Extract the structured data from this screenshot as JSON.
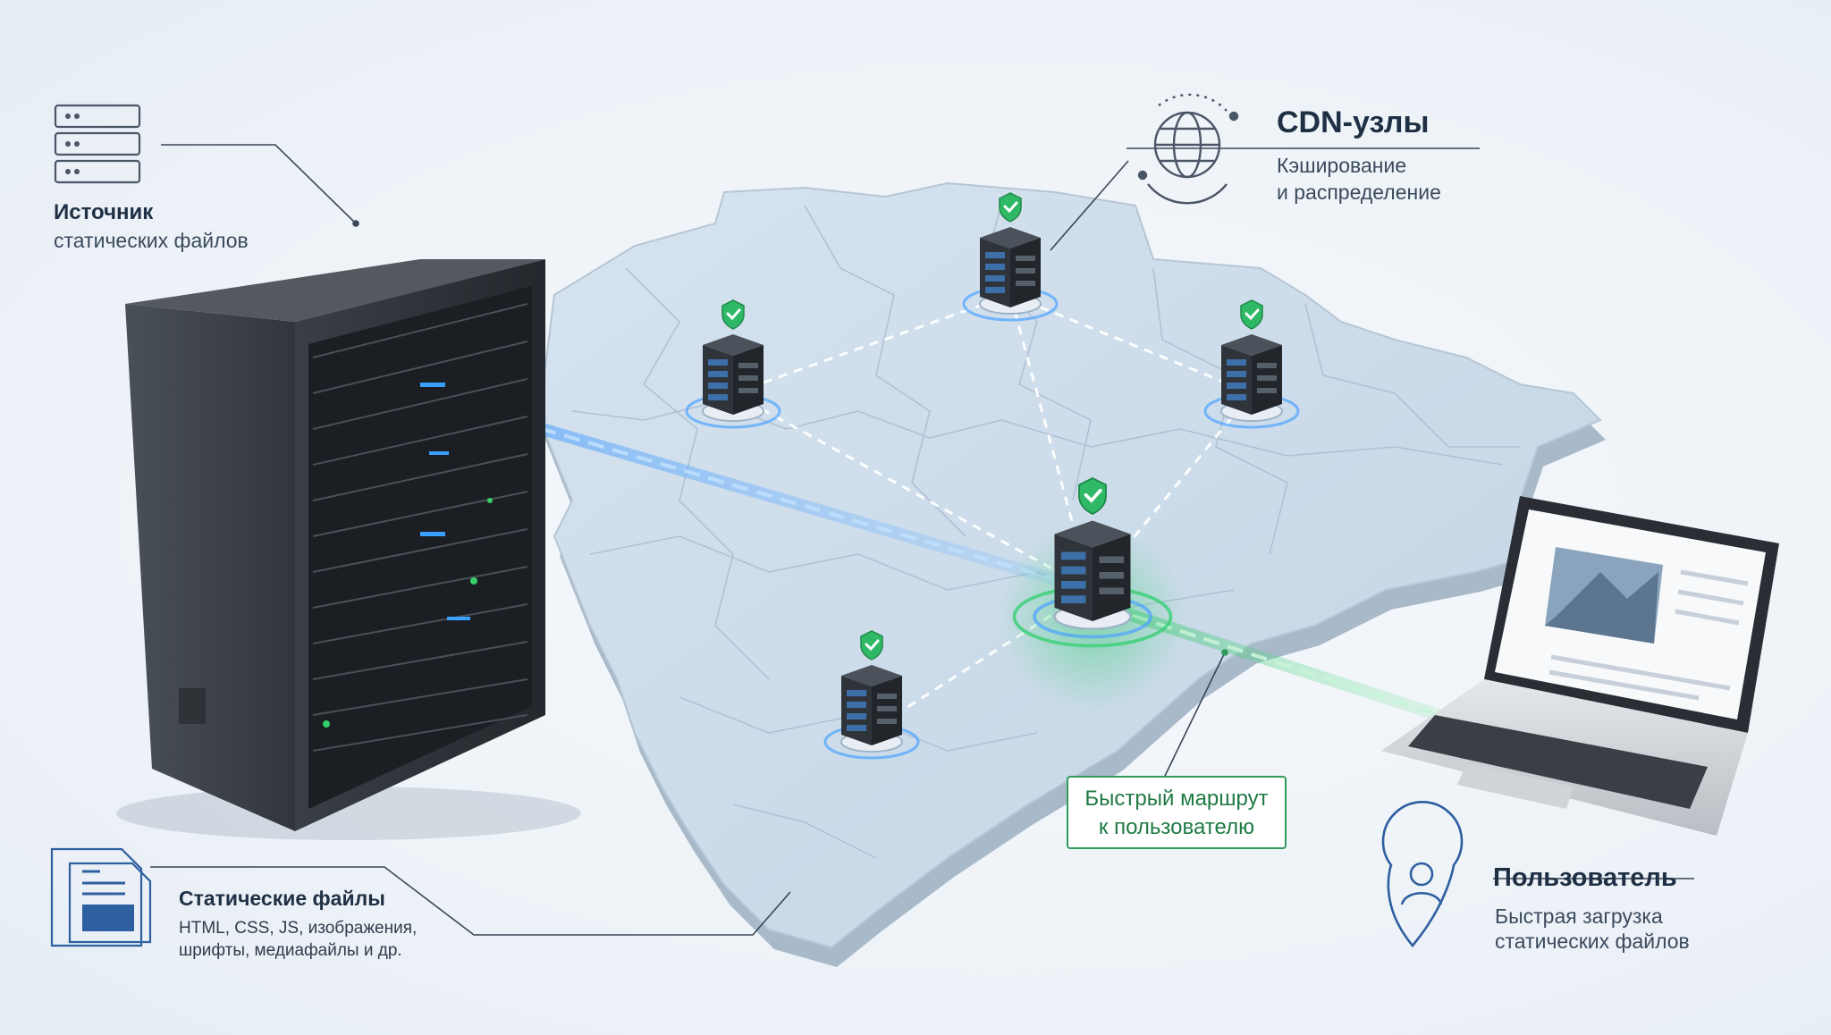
{
  "source": {
    "title": "Источник",
    "subtitle": "статических файлов"
  },
  "cdn": {
    "title": "CDN-узлы",
    "line1": "Кэширование",
    "line2": "и распределение"
  },
  "route": {
    "line1": "Быстрый маршрут",
    "line2": "к пользователю"
  },
  "static_files": {
    "title": "Статические файлы",
    "line1": "HTML, CSS, JS, изображения,",
    "line2": "шрифты, медиафайлы и др."
  },
  "user": {
    "title": "Пользователь",
    "line1": "Быстрая загрузка",
    "line2": "статических файлов"
  },
  "colors": {
    "accent_blue": "#1e88ff",
    "accent_green": "#35c46a",
    "map_fill": "#c9d9e8",
    "server_dark": "#2c3036"
  },
  "icons": [
    "server-stack-icon",
    "globe-icon",
    "document-icon",
    "location-pin-user-icon",
    "shield-check-icon"
  ]
}
